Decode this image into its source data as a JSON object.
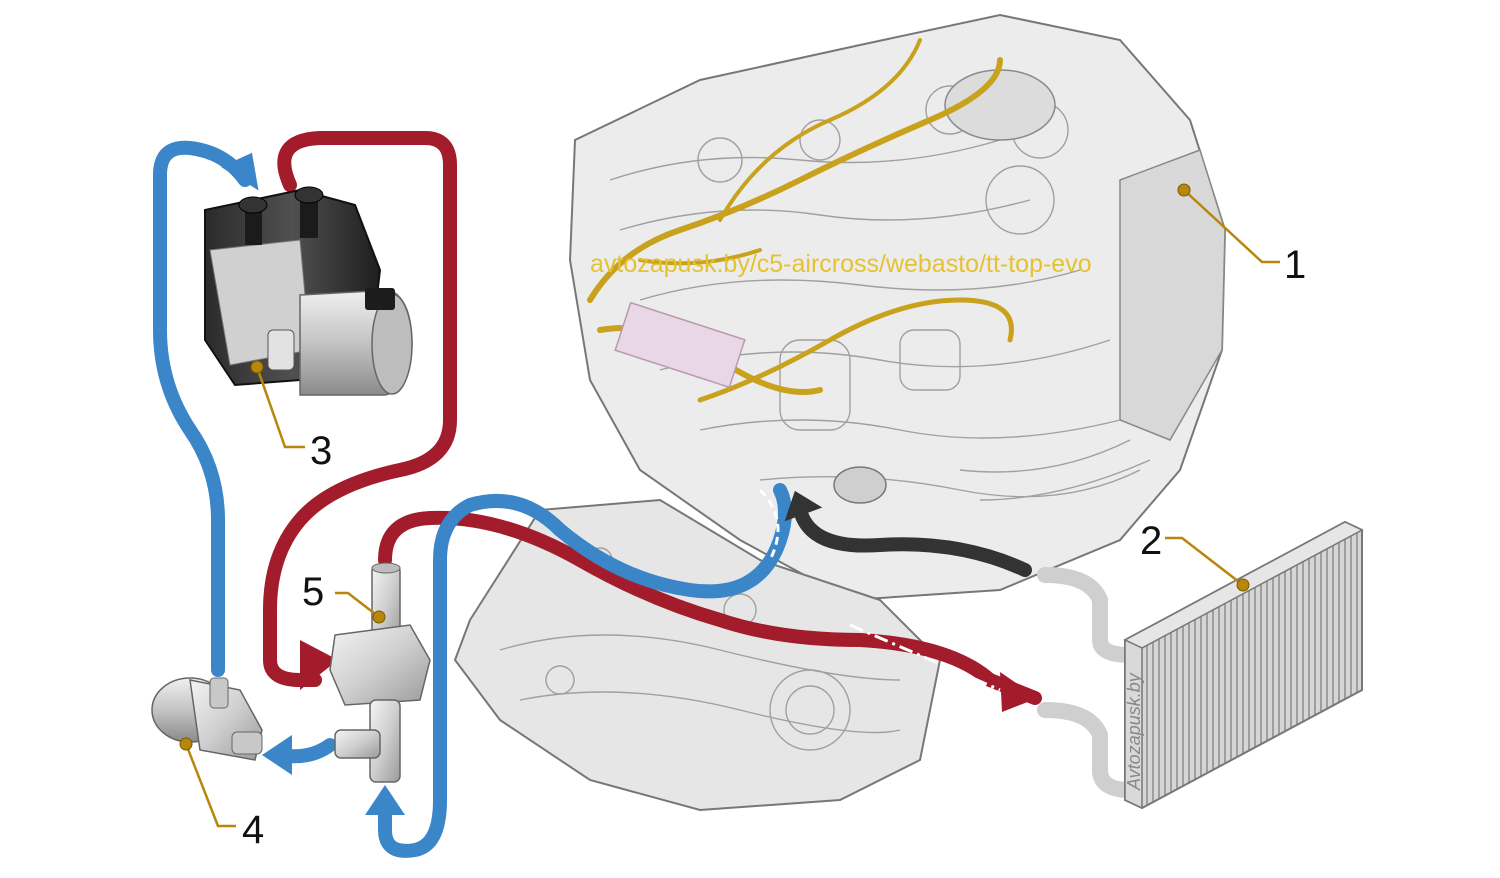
{
  "callouts": [
    {
      "id": "1",
      "label": "1"
    },
    {
      "id": "2",
      "label": "2"
    },
    {
      "id": "3",
      "label": "3"
    },
    {
      "id": "4",
      "label": "4"
    },
    {
      "id": "5",
      "label": "5"
    }
  ],
  "watermark": "avtozapusk.by/c5-aircross/webasto/tt-top-evo",
  "radiator_brand": "Avtozapusk.by",
  "colors": {
    "hot_line": "#a31c2c",
    "cold_line": "#3a86c8",
    "return_line": "#333333",
    "leader": "#b8860b",
    "harness": "#c9a21d"
  }
}
